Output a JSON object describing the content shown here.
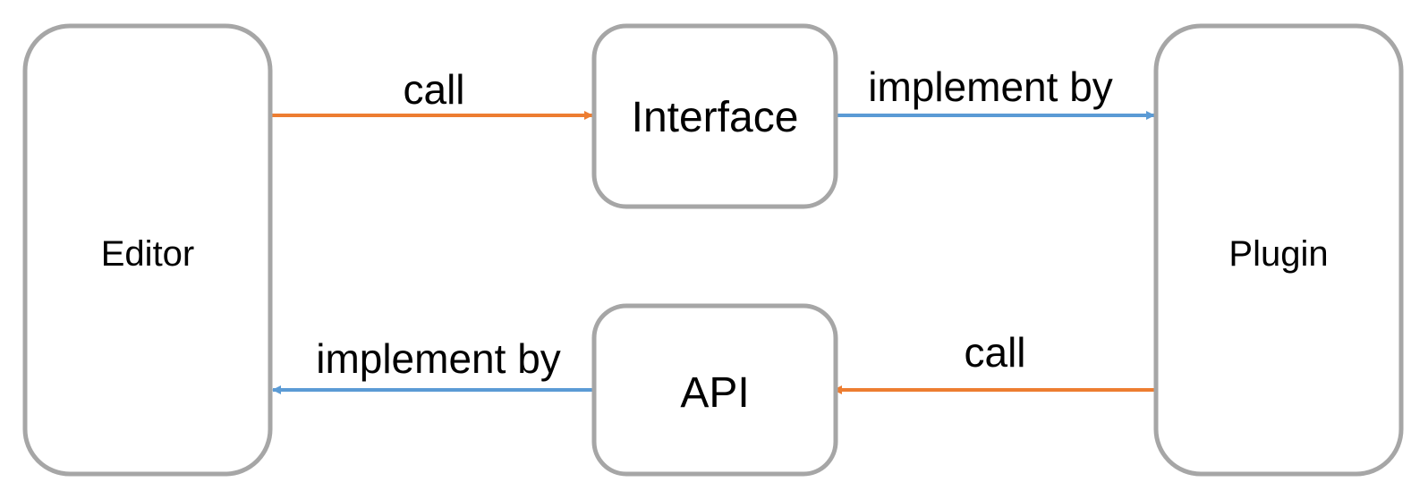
{
  "colors": {
    "box_border": "#a6a6a6",
    "call_arrow": "#ed7d31",
    "implement_arrow": "#5b9bd5",
    "text": "#000000",
    "background": "#ffffff"
  },
  "nodes": {
    "editor": "Editor",
    "interface": "Interface",
    "plugin": "Plugin",
    "api": "API"
  },
  "edges": {
    "editor_to_interface": {
      "label": "call",
      "from": "Editor",
      "to": "Interface",
      "color_role": "call_arrow"
    },
    "interface_to_plugin": {
      "label": "implement by",
      "from": "Interface",
      "to": "Plugin",
      "color_role": "implement_arrow"
    },
    "plugin_to_api": {
      "label": "call",
      "from": "Plugin",
      "to": "API",
      "color_role": "call_arrow"
    },
    "api_to_editor": {
      "label": "implement by",
      "from": "API",
      "to": "Editor",
      "color_role": "implement_arrow"
    }
  }
}
